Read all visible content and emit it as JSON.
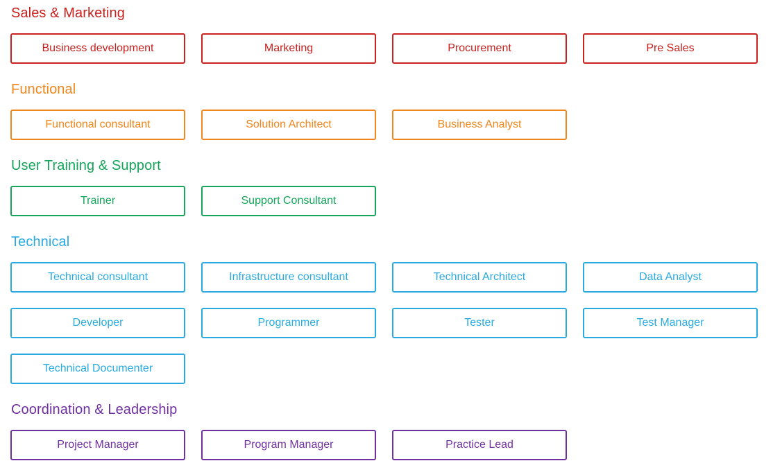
{
  "sections": [
    {
      "title": "Sales & Marketing",
      "color": "#c9211e",
      "roles": [
        "Business development",
        "Marketing",
        "Procurement",
        "Pre Sales"
      ]
    },
    {
      "title": "Functional",
      "color": "#f0861c",
      "roles": [
        "Functional consultant",
        "Solution Architect",
        "Business Analyst"
      ]
    },
    {
      "title": "User Training & Support",
      "color": "#16a55a",
      "roles": [
        "Trainer",
        "Support Consultant"
      ]
    },
    {
      "title": "Technical",
      "color": "#29abe2",
      "roles": [
        "Technical consultant",
        "Infrastructure consultant",
        "Technical Architect",
        "Data Analyst",
        "Developer",
        "Programmer",
        "Tester",
        "Test Manager",
        "Technical Documenter"
      ]
    },
    {
      "title": "Coordination & Leadership",
      "color": "#7030a0",
      "roles": [
        "Project Manager",
        "Program Manager",
        "Practice Lead"
      ]
    }
  ]
}
